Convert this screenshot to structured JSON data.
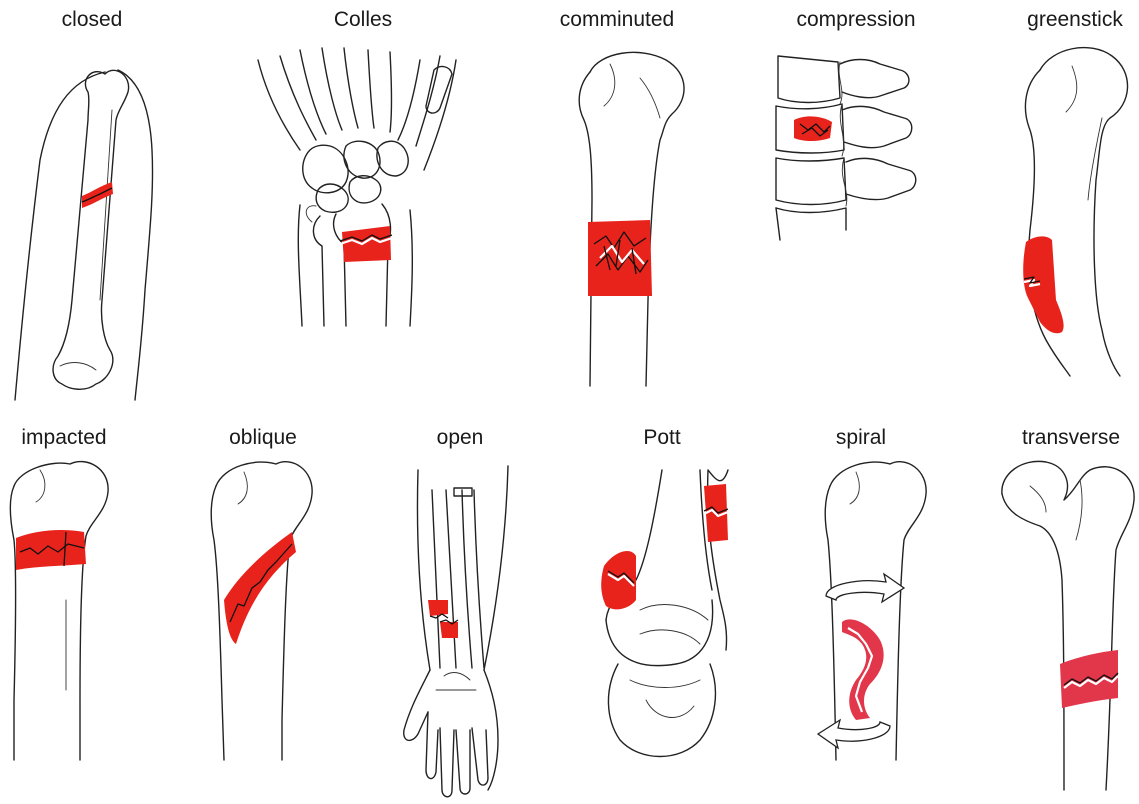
{
  "figure": {
    "fracture_color": "#e8231c",
    "spiral_color": "#e2364a",
    "fracture_types": [
      {
        "label": "closed"
      },
      {
        "label": "Colles"
      },
      {
        "label": "comminuted"
      },
      {
        "label": "compression"
      },
      {
        "label": "greenstick"
      },
      {
        "label": "impacted"
      },
      {
        "label": "oblique"
      },
      {
        "label": "open"
      },
      {
        "label": "Pott"
      },
      {
        "label": "spiral"
      },
      {
        "label": "transverse"
      }
    ]
  }
}
